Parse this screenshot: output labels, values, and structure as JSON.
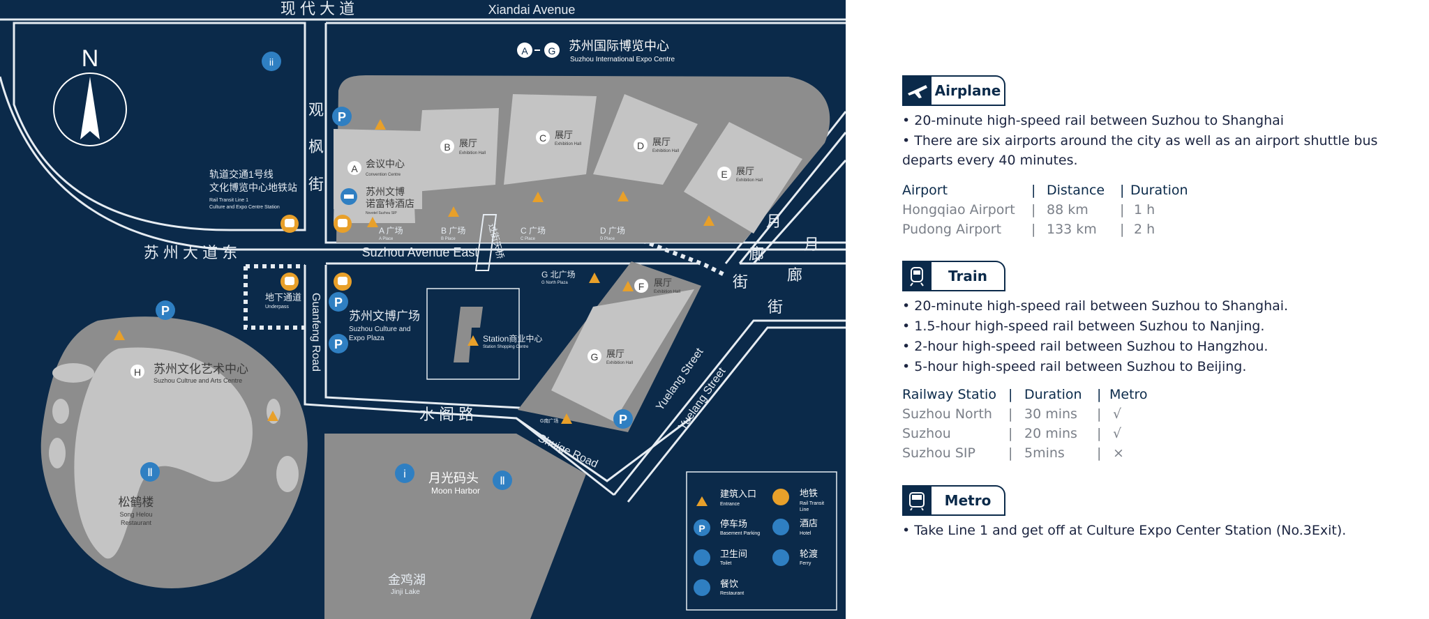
{
  "colors": {
    "navy": "#0b2a4a",
    "building": "#c4c4c4",
    "block": "#8d8d8d",
    "orange": "#e8a02a",
    "icon_blue": "#2f7fc2"
  },
  "map": {
    "roads": {
      "xiandai_cn": "现 代 大 道",
      "xiandai_en": "Xiandai Avenue",
      "guanfeng_cn_1": "观",
      "guanfeng_cn_2": "枫",
      "guanfeng_cn_3": "街",
      "suzhou_ave_cn": "苏 州 大 道 东",
      "suzhou_ave_en": "Suzhou Avenue East",
      "guanfeng_en": "Guanfeng Road",
      "shuige_cn": "水 阁 路",
      "shuige_en": "Shuige Road",
      "yuelang_en_1": "Yuelang Street",
      "yuelang_en_2": "Yuelang Street",
      "yuelang_cn_a1": "月",
      "yuelang_cn_a2": "廊",
      "yuelang_cn_a3": "街",
      "yuelang_cn_b1": "月",
      "yuelang_cn_b2": "廊",
      "yuelang_cn_b3": "街",
      "bridge_cn": "过街天桥"
    },
    "compass": "N",
    "expo": {
      "letters_a": "A",
      "letters_g": "G",
      "cn": "苏州国际博览中心",
      "en": "Suzhou International Expo Centre"
    },
    "halls": {
      "a_letter": "A",
      "a_cn": "会议中心",
      "a_en": "Convention Centre",
      "hotel_cn_1": "苏州文博",
      "hotel_cn_2": "诺富特酒店",
      "hotel_en": "Novotel Suzhou SIP",
      "b_letter": "B",
      "c_letter": "C",
      "d_letter": "D",
      "e_letter": "E",
      "f_letter": "F",
      "g_letter": "G",
      "hall_cn": "展厅",
      "hall_en": "Exhibition Hall"
    },
    "plazas": {
      "a_cn": "A 广场",
      "a_en": "A Place",
      "b_cn": "B 广场",
      "b_en": "B Place",
      "c_cn": "C 广场",
      "c_en": "C Place",
      "d_cn": "D 广场",
      "d_en": "D Place",
      "g_cn": "G 北广场",
      "g_en": "G North Plaza",
      "g_south": "G南广场"
    },
    "metro_station": {
      "cn_1": "轨道交通1号线",
      "cn_2": "文化博览中心地铁站",
      "en_1": "Rail Transit Line 1",
      "en_2": "Culture and Expo Centre Station"
    },
    "underpass": {
      "cn": "地下通道",
      "en": "Underpass"
    },
    "culture_plaza": {
      "cn": "苏州文博广场",
      "en_1": "Suzhou Culture and",
      "en_2": "Expo Plaza"
    },
    "station_center": {
      "cn": "Station商业中心",
      "en": "Station Shopping Centre"
    },
    "arts_centre": {
      "letter": "H",
      "cn": "苏州文化艺术中心",
      "en": "Suzhou Cultrue and Arts Centre"
    },
    "restaurant": {
      "cn": "松鹤楼",
      "en_1": "Song Helou",
      "en_2": "Restaurant"
    },
    "harbor": {
      "cn": "月光码头",
      "en": "Moon Harbor"
    },
    "lake": {
      "cn": "金鸡湖",
      "en": "Jinji Lake"
    },
    "parking": "P",
    "legend": {
      "entrance_cn": "建筑入口",
      "entrance_en": "Entrance",
      "metro_cn": "地铁",
      "metro_en_1": "Rail Transit",
      "metro_en_2": "Line",
      "parking_cn": "停车场",
      "parking_en": "Basement Parking",
      "hotel_cn": "酒店",
      "hotel_en": "Hotel",
      "toilet_cn": "卫生间",
      "toilet_en": "Toilet",
      "ferry_cn": "轮渡",
      "ferry_en": "Ferry",
      "dining_cn": "餐饮",
      "dining_en": "Restaurant"
    }
  },
  "info": {
    "airplane": {
      "title": "Airplane",
      "bullets": [
        "• 20-minute high-speed rail between Suzhou to Shanghai",
        "• There are six airports around the city as well as an airport shuttle bus departs every 40 minutes."
      ],
      "headers": [
        "Airport",
        "|",
        "Distance",
        "|",
        "Duration"
      ],
      "rows": [
        [
          "Hongqiao Airport",
          "|",
          "88 km",
          "|",
          "1 h"
        ],
        [
          "Pudong Airport",
          "|",
          "133 km",
          "|",
          "2 h"
        ]
      ]
    },
    "train": {
      "title": "Train",
      "bullets": [
        "• 20-minute high-speed rail between Suzhou to Shanghai.",
        "• 1.5-hour high-speed rail between Suzhou to Nanjing.",
        "• 2-hour high-speed rail between Suzhou to Hangzhou.",
        "• 5-hour high-speed rail between Suzhou to Beijing."
      ],
      "headers": [
        "Railway Statio",
        "|",
        "Duration",
        "|",
        "Metro"
      ],
      "rows": [
        [
          "Suzhou North",
          "|",
          "30 mins",
          "|",
          "√"
        ],
        [
          "Suzhou",
          "|",
          "20 mins",
          "|",
          "√"
        ],
        [
          "Suzhou SIP",
          "|",
          "5mins",
          "|",
          "×"
        ]
      ]
    },
    "metro": {
      "title": "Metro",
      "bullets": [
        "• Take Line 1 and get off at Culture Expo Center Station (No.3Exit)."
      ]
    }
  }
}
